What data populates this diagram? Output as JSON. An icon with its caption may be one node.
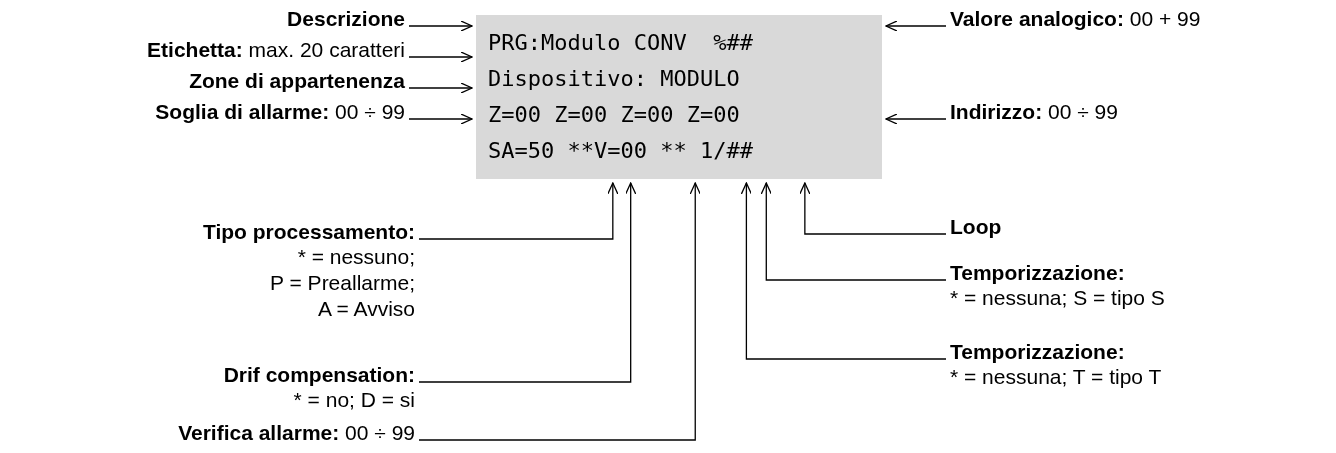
{
  "diagram": {
    "nodes": [
      {
        "text": [
          "PRG:Modulo CONV  %##",
          "Dispositivo: MODULO",
          "Z=00 Z=00 Z=00 Z=00",
          "SA=50 **V=00 ** 1/##"
        ]
      },
      {
        "text": [
          "**Descrizione**"
        ]
      },
      {
        "text": [
          "**Etichetta:** max. 20 caratteri"
        ]
      },
      {
        "text": [
          "**Zone di appartenenza**"
        ]
      },
      {
        "text": [
          "**Soglia di allarme:** 00 ÷ 99"
        ]
      },
      {
        "text": [
          "**Valore analogico:** 00 + 99"
        ]
      },
      {
        "text": [
          "**Indirizzo:** 00 ÷ 99"
        ]
      },
      {
        "text": [
          "**Tipo processamento:**",
          "* = nessuno; P = Preallarme; A = Avviso"
        ]
      },
      {
        "text": [
          "**Drif compensation:**",
          "* = no; D = si"
        ]
      },
      {
        "text": [
          "**Verifica allarme:** 00 ÷ 99"
        ]
      },
      {
        "text": [
          "**Loop**"
        ]
      },
      {
        "text": [
          "**Temporizzazione:**",
          "* = nessuna; S = tipo S"
        ]
      },
      {
        "text": [
          "**Temporizzazione:**",
          "* = nessuna; T = tipo T"
        ]
      }
    ],
    "edges": [
      {
        "from": 1,
        "to": 0,
        "arrow": "to"
      },
      {
        "from": 2,
        "to": 0,
        "arrow": "to"
      },
      {
        "from": 3,
        "to": 0,
        "arrow": "to"
      },
      {
        "from": 4,
        "to": 0,
        "arrow": "to"
      },
      {
        "from": 5,
        "to": 0,
        "arrow": "to"
      },
      {
        "from": 6,
        "to": 0,
        "arrow": "to"
      },
      {
        "from": 7,
        "to": 0,
        "arrow": "to"
      },
      {
        "from": 8,
        "to": 0,
        "arrow": "to"
      },
      {
        "from": 9,
        "to": 0,
        "arrow": "to"
      },
      {
        "from": 10,
        "to": 0,
        "arrow": "to"
      },
      {
        "from": 11,
        "to": 0,
        "arrow": "to"
      },
      {
        "from": 12,
        "to": 0,
        "arrow": "to"
      }
    ]
  }
}
